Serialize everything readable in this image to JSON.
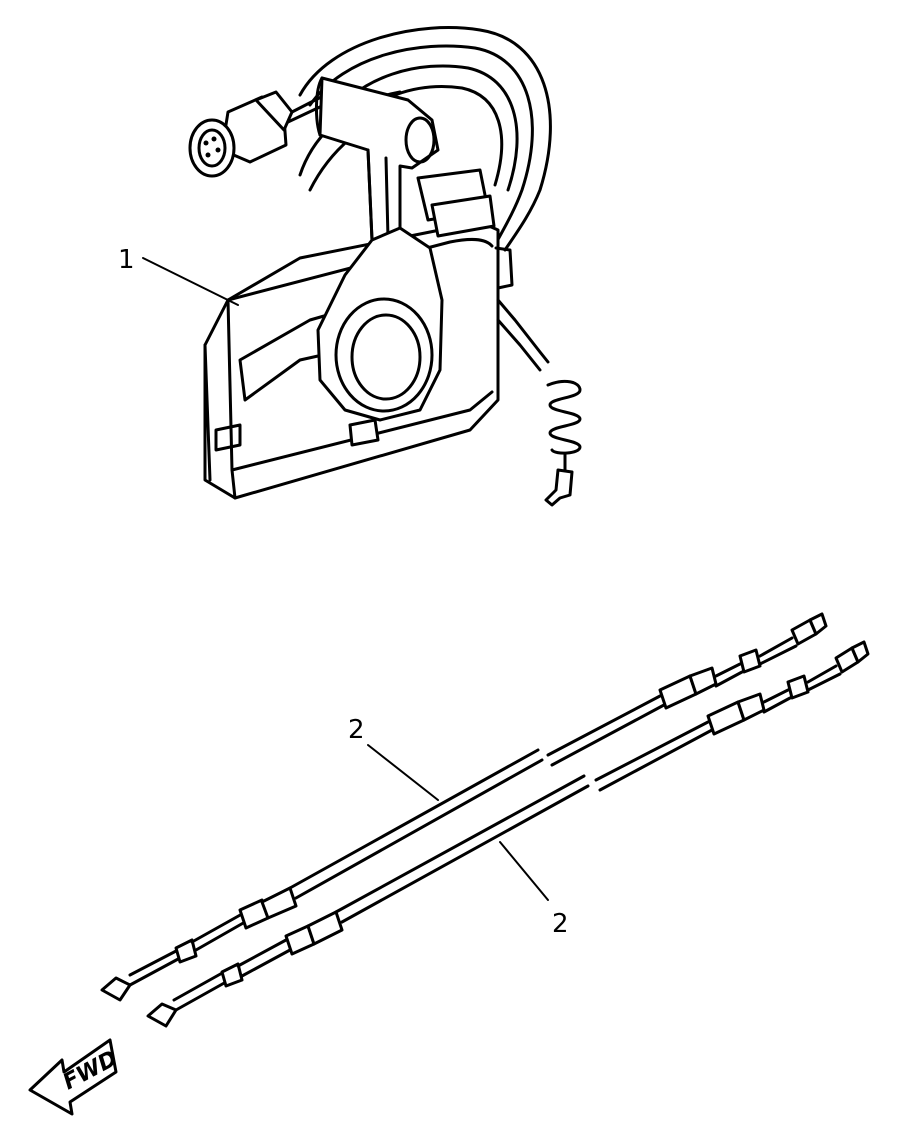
{
  "callouts": {
    "remote_control_box": "1",
    "cable_upper": "2",
    "cable_lower": "2"
  },
  "direction_arrow": {
    "label": "FWD"
  }
}
